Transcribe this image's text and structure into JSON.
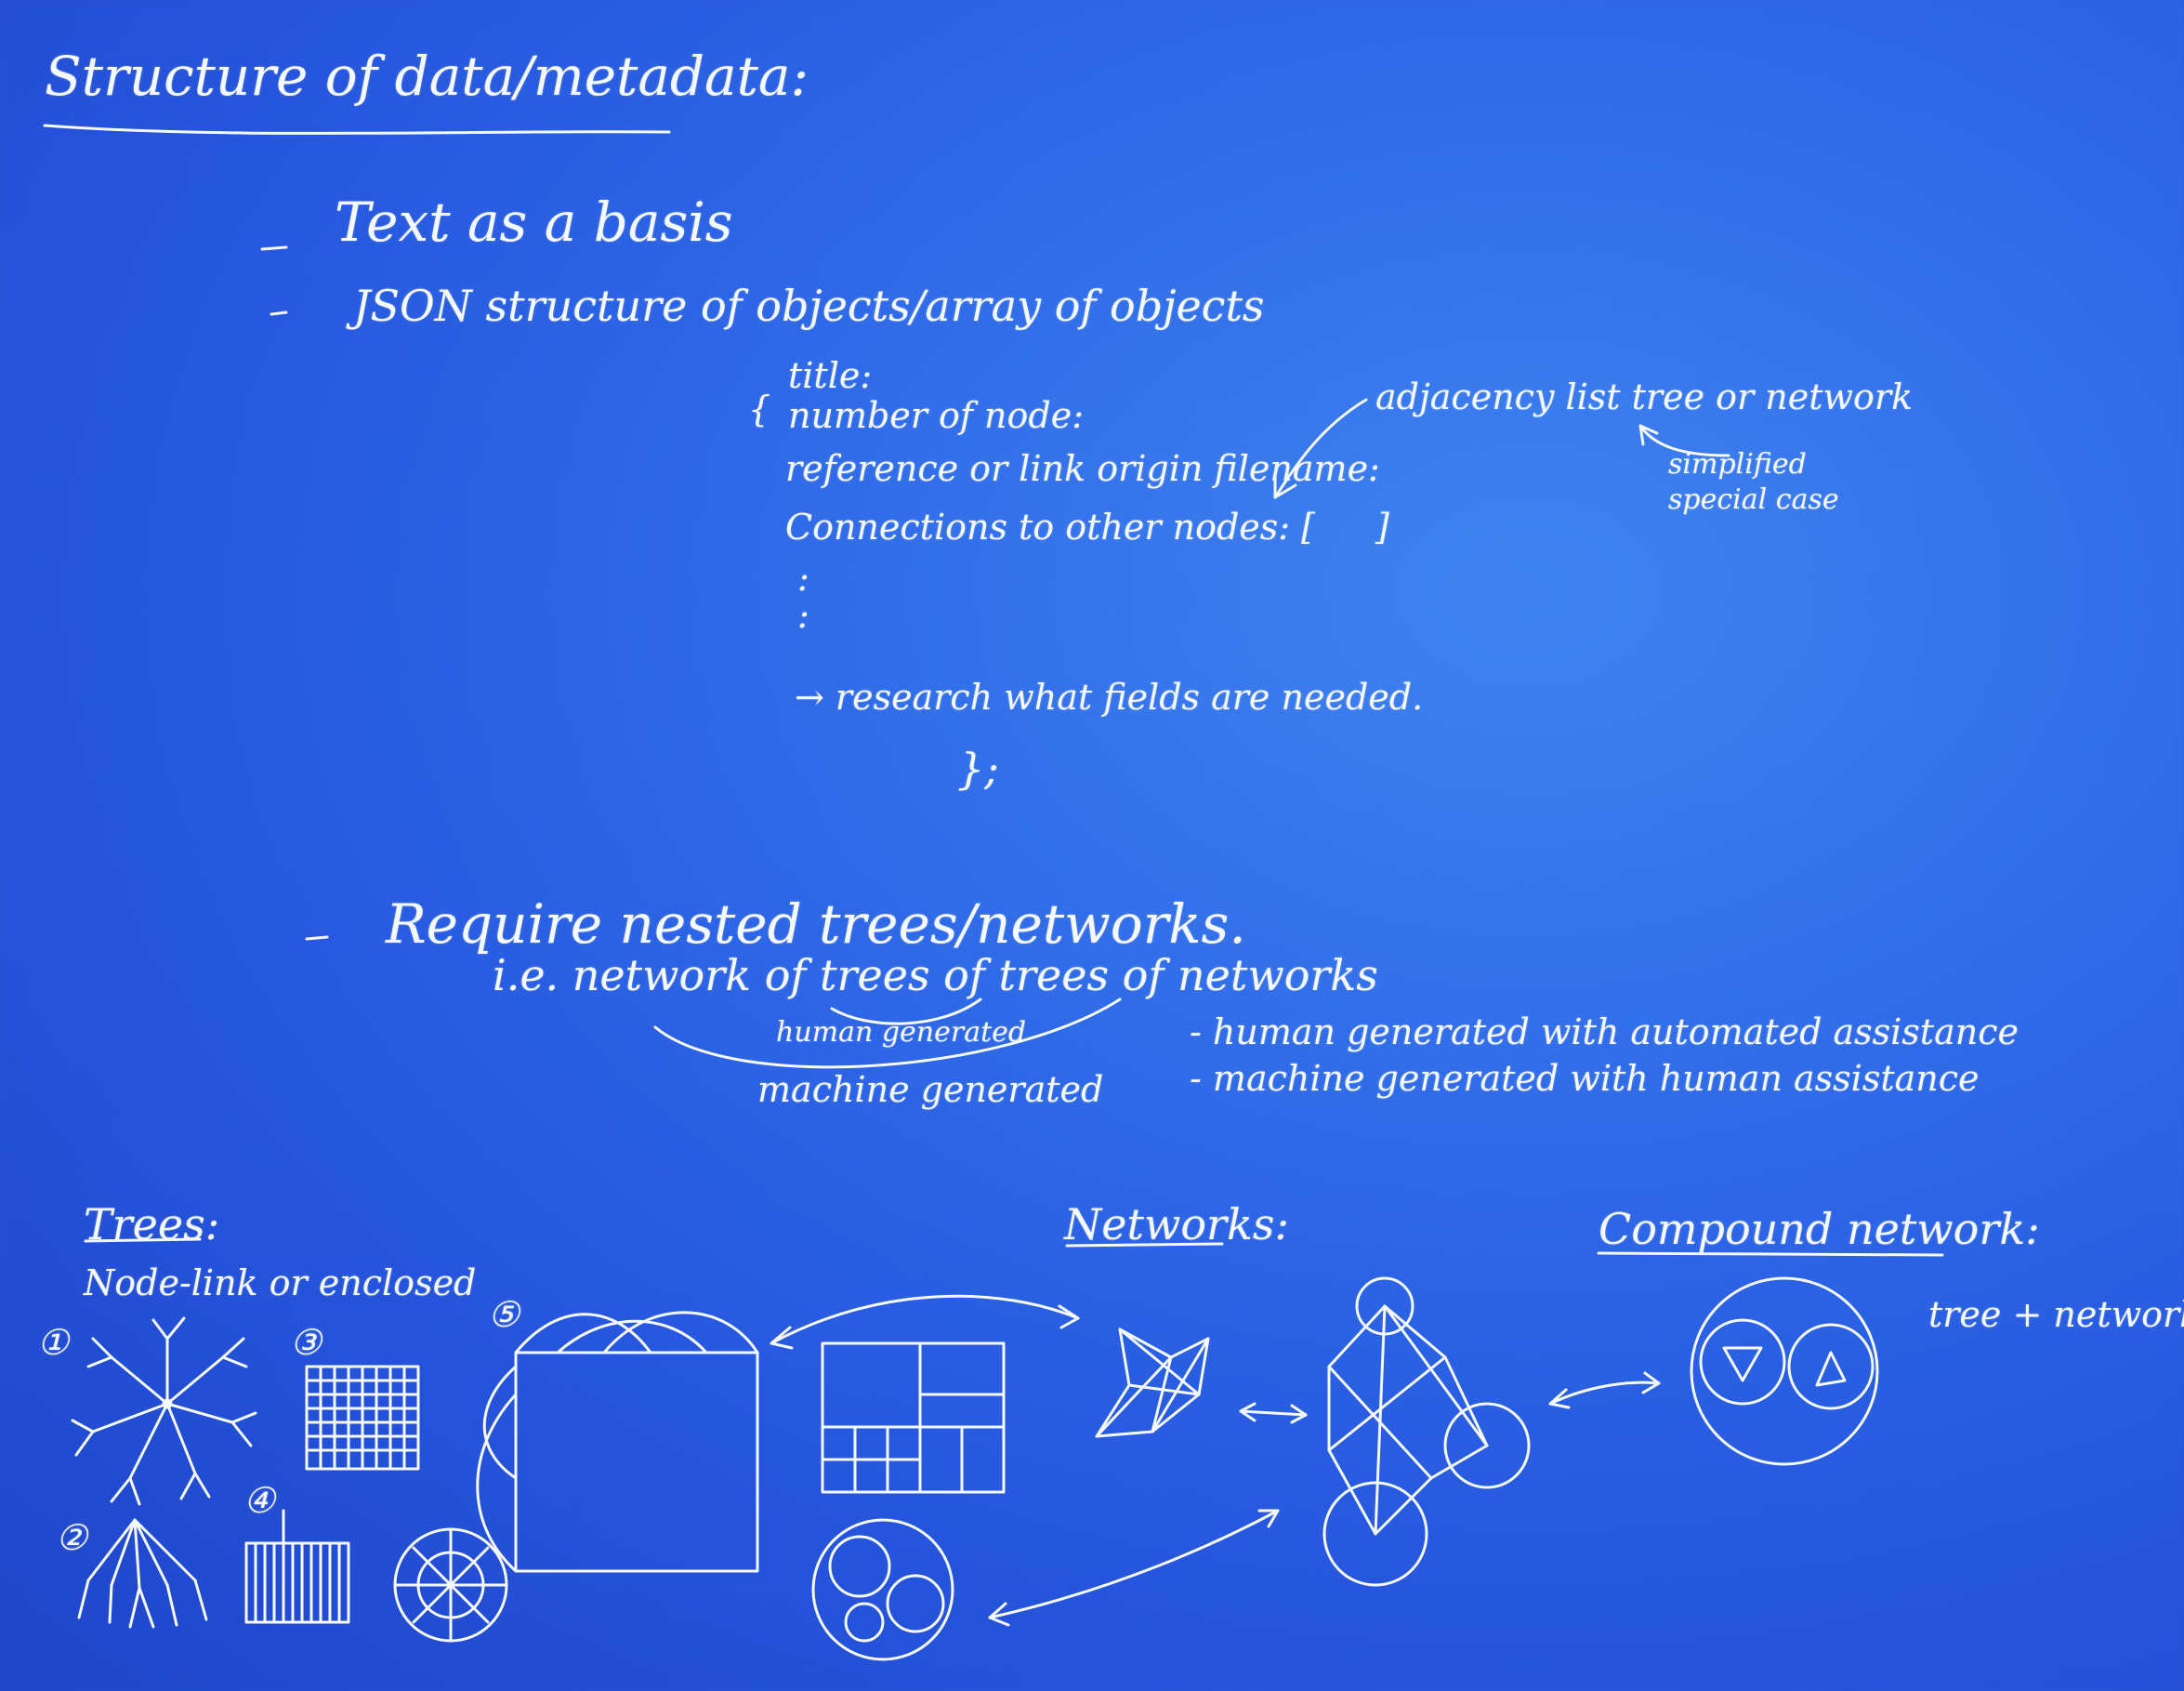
{
  "title": "Structure of data/metadata:",
  "bullets": {
    "b1": "Text as a basis",
    "b2": "JSON structure of objects/array of objects",
    "b3": "Require nested trees/networks.",
    "ie": "i.e. network of trees of trees of networks"
  },
  "json_block": {
    "l1": "title:",
    "l2": "number of node:",
    "l3": "reference or link origin filename:",
    "l4": "Connections to other nodes: [",
    "l4_close": "]",
    "dots": ":",
    "l5": "→ research what fields are needed.",
    "l6": "};",
    "open_brace": "{"
  },
  "adjacency_note": "adjacency list tree or network",
  "simplified_note": [
    "simplified",
    "special case"
  ],
  "generation": {
    "human_generated": "human generated",
    "machine_generated": "machine generated",
    "note1": "- human generated with automated assistance",
    "note2": "- machine generated with human assistance"
  },
  "sections": {
    "trees": "Trees:",
    "trees_sub": "Node-link or enclosed",
    "networks": "Networks:",
    "compound": "Compound network:",
    "compound_sub": "tree + network"
  },
  "markers": [
    "①",
    "②",
    "③",
    "④",
    "⑤"
  ],
  "colors": {
    "board": "#2656de",
    "chalk": "#f4f8ff"
  }
}
